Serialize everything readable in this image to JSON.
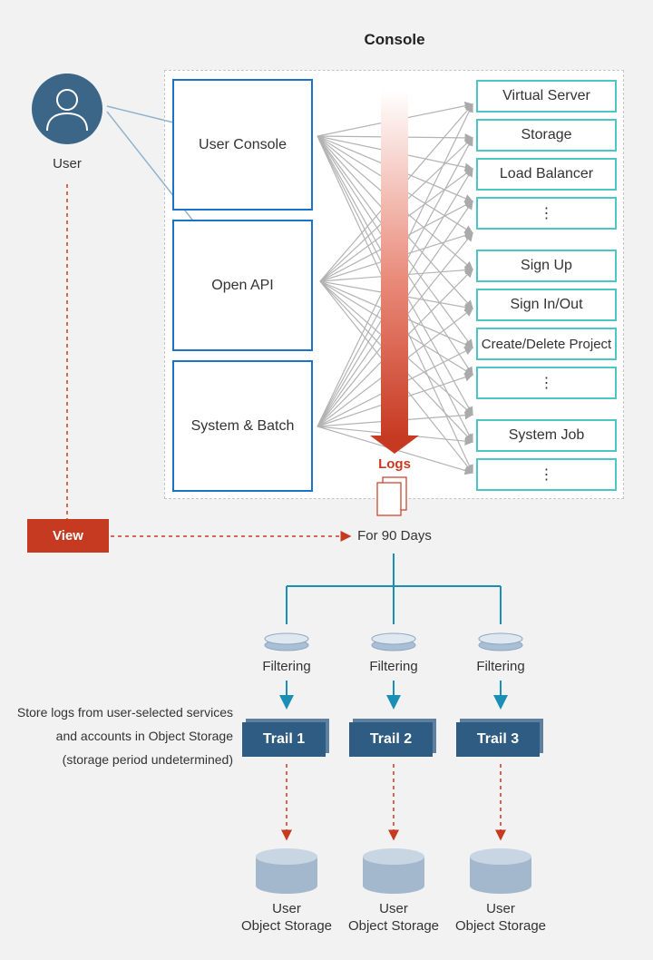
{
  "title": "Console",
  "user": {
    "label": "User"
  },
  "sources": [
    "User Console",
    "Open API",
    "System & Batch"
  ],
  "targets": [
    "Virtual Server",
    "Storage",
    "Load Balancer",
    "⋮",
    "Sign Up",
    "Sign In/Out",
    "Create/Delete Project",
    "⋮",
    "System Job",
    "⋮"
  ],
  "logs": {
    "label": "Logs",
    "retention": "For 90 Days"
  },
  "view_button": "View",
  "filters": [
    "Filtering",
    "Filtering",
    "Filtering"
  ],
  "trails": [
    "Trail 1",
    "Trail 2",
    "Trail 3"
  ],
  "trail_note": [
    "Store logs from user-selected services",
    "and accounts in Object Storage",
    "(storage period undetermined)"
  ],
  "storage": [
    {
      "line1": "User",
      "line2": "Object Storage"
    },
    {
      "line1": "User",
      "line2": "Object Storage"
    },
    {
      "line1": "User",
      "line2": "Object Storage"
    }
  ],
  "colors": {
    "source_border": "#1a73c8",
    "target_border": "#4ec6c6",
    "accent_red": "#c73a22",
    "trail_blue": "#2e5c82",
    "flow_teal": "#1a8fb5"
  }
}
